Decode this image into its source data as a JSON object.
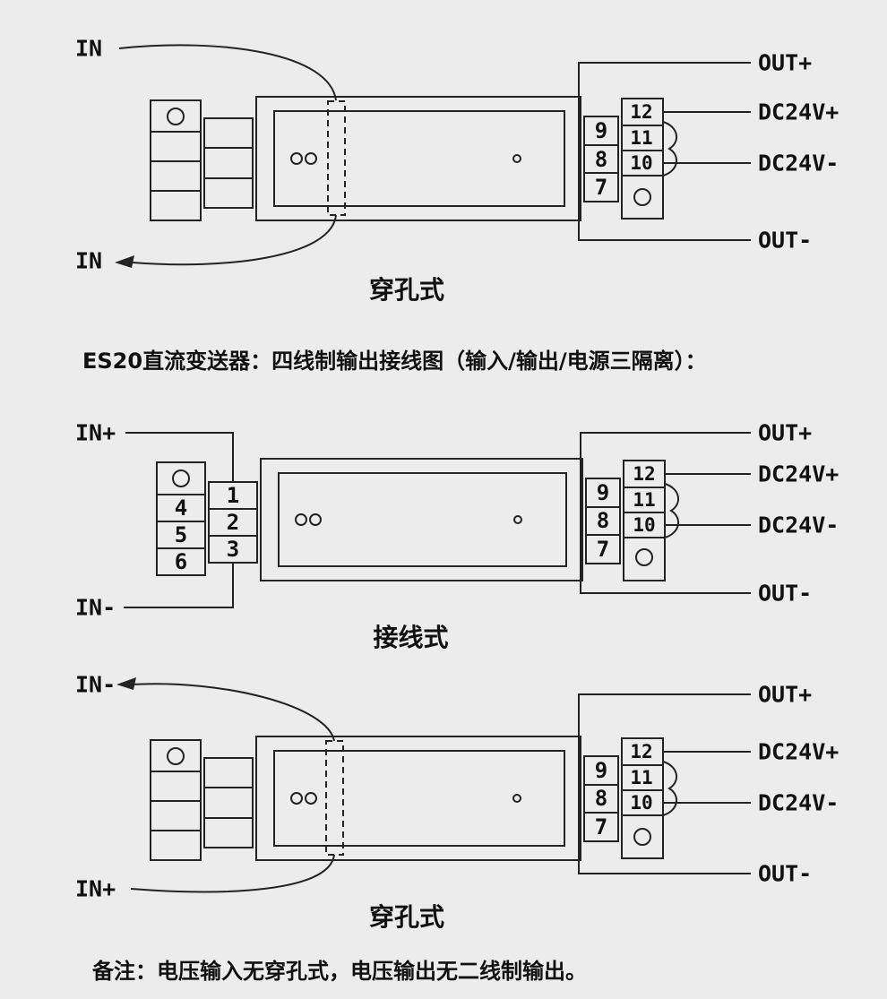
{
  "page": {
    "colors": {
      "background": "#ececec",
      "line": "#232323",
      "text": "#111111"
    }
  },
  "title": "ES20直流变送器：四线制输出接线图（输入/输出/电源三隔离）：",
  "note": "备注：电压输入无穿孔式，电压输出无二线制输出。",
  "diagrams": {
    "d1": {
      "caption": "穿孔式",
      "in_top": "IN",
      "in_bottom": "IN",
      "right_labels": {
        "out_plus": "OUT+",
        "dc_plus": "DC24V+",
        "dc_minus": "DC24V-",
        "out_minus": "OUT-"
      },
      "mid_terminals": [
        "9",
        "8",
        "7"
      ],
      "right_terminals": [
        "12",
        "11",
        "10"
      ]
    },
    "d2": {
      "caption": "接线式",
      "in_top": "IN+",
      "in_bottom": "IN-",
      "left_outer_terminals": [
        "4",
        "5",
        "6"
      ],
      "left_inner_terminals": [
        "1",
        "2",
        "3"
      ],
      "right_labels": {
        "out_plus": "OUT+",
        "dc_plus": "DC24V+",
        "dc_minus": "DC24V-",
        "out_minus": "OUT-"
      },
      "mid_terminals": [
        "9",
        "8",
        "7"
      ],
      "right_terminals": [
        "12",
        "11",
        "10"
      ]
    },
    "d3": {
      "caption": "穿孔式",
      "in_top": "IN-",
      "in_bottom": "IN+",
      "right_labels": {
        "out_plus": "OUT+",
        "dc_plus": "DC24V+",
        "dc_minus": "DC24V-",
        "out_minus": "OUT-"
      },
      "mid_terminals": [
        "9",
        "8",
        "7"
      ],
      "right_terminals": [
        "12",
        "11",
        "10"
      ]
    }
  }
}
